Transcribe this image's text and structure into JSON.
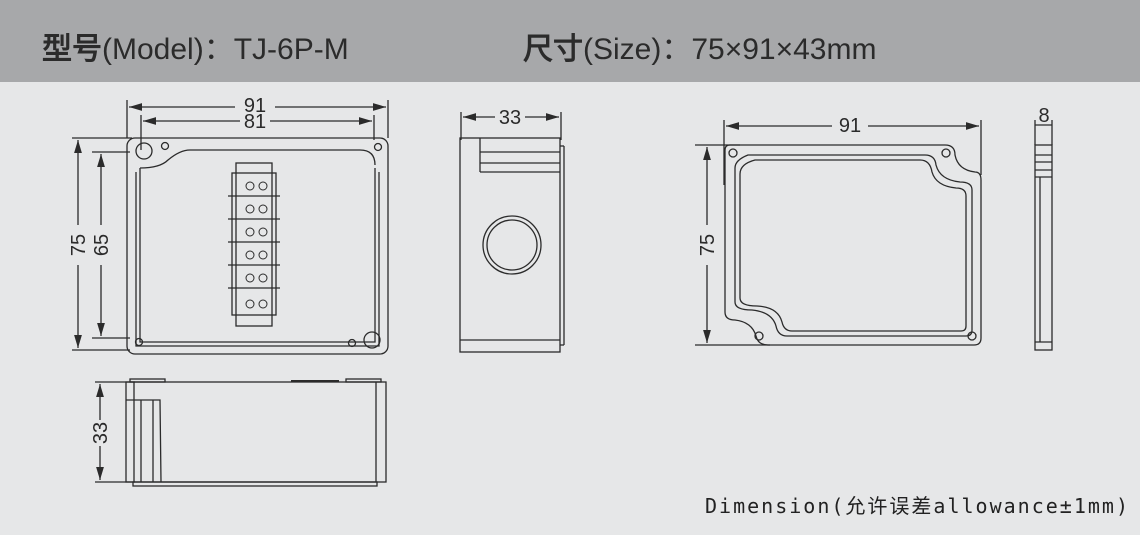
{
  "header": {
    "model_label": "型号",
    "model_paren": "(Model)：",
    "model_value": "TJ-6P-M",
    "size_label": "尺寸",
    "size_paren": "(Size)：",
    "size_value": "75×91×43mm"
  },
  "front_view": {
    "width_outer": "91",
    "width_inner": "81",
    "height_outer": "75",
    "height_inner": "65"
  },
  "side_view": {
    "depth": "33"
  },
  "bottom_view": {
    "height": "33"
  },
  "lid_view": {
    "width": "91",
    "height": "75"
  },
  "lid_side_view": {
    "thickness": "8"
  },
  "footer": {
    "note": "Dimension(允许误差allowance±1mm)"
  },
  "colors": {
    "header_bg": "#a7a8aa",
    "page_bg": "#e6e7e8",
    "line": "#2b2b2b"
  }
}
